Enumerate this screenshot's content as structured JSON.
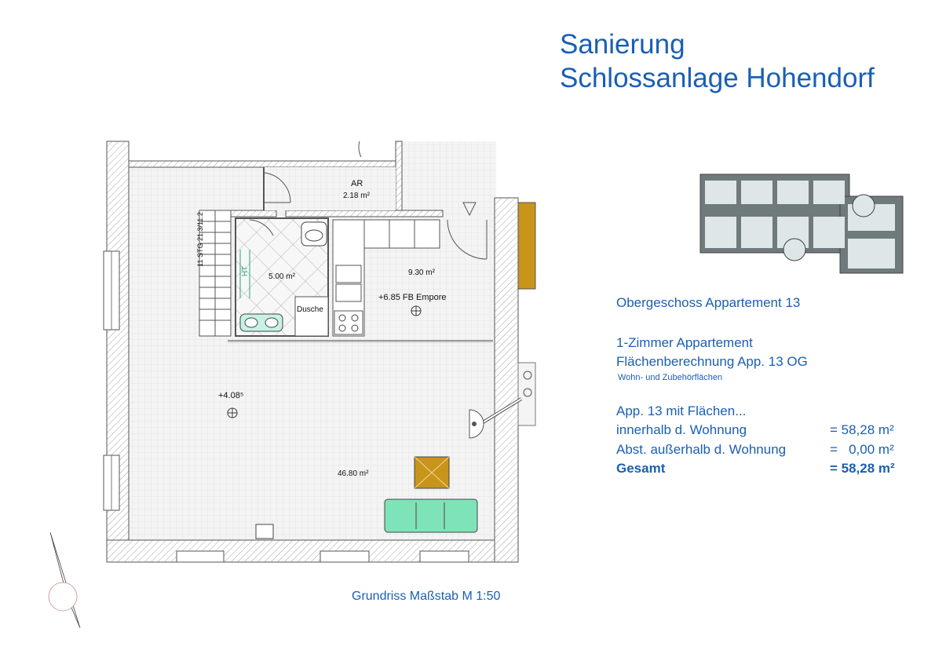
{
  "header": {
    "line1": "Sanierung",
    "line2": "Schlossanlage Hohendorf"
  },
  "info": {
    "floor_title": "Obergeschoss Appartement 13",
    "type": "1-Zimmer Appartement",
    "calc_title": "Flächenberechnung App. 13 OG",
    "calc_sub": "Wohn- und Zubehörflächen",
    "intro": "App. 13 mit Flächen...",
    "rows": [
      {
        "label": "innerhalb d. Wohnung",
        "value": "= 58,28 m²"
      },
      {
        "label": "Abst. außerhalb d. Wohnung",
        "value": "=   0,00 m²"
      }
    ],
    "total": {
      "label": "Gesamt",
      "value": "= 58,28 m²"
    }
  },
  "plan": {
    "rooms": {
      "ar_name": "AR",
      "ar_area": "2.18 m²",
      "bath_area": "5.00 m²",
      "shower": "Dusche",
      "ht": "HT",
      "kitchen_area": "9.30 m²",
      "gallery_level": "+6.85 FB Empore",
      "main_level": "+4.08⁵",
      "main_area": "46.80 m²",
      "stair_label": "11 STG 21.3/11.2"
    },
    "caption": "Grundriss Maßstab M 1:50"
  },
  "colors": {
    "text_blue": "#1a5fb4",
    "sofa": "#7fe3b8",
    "table": "#c8941a",
    "wall": "#555555",
    "floor_grid": "#d6d6d6"
  }
}
